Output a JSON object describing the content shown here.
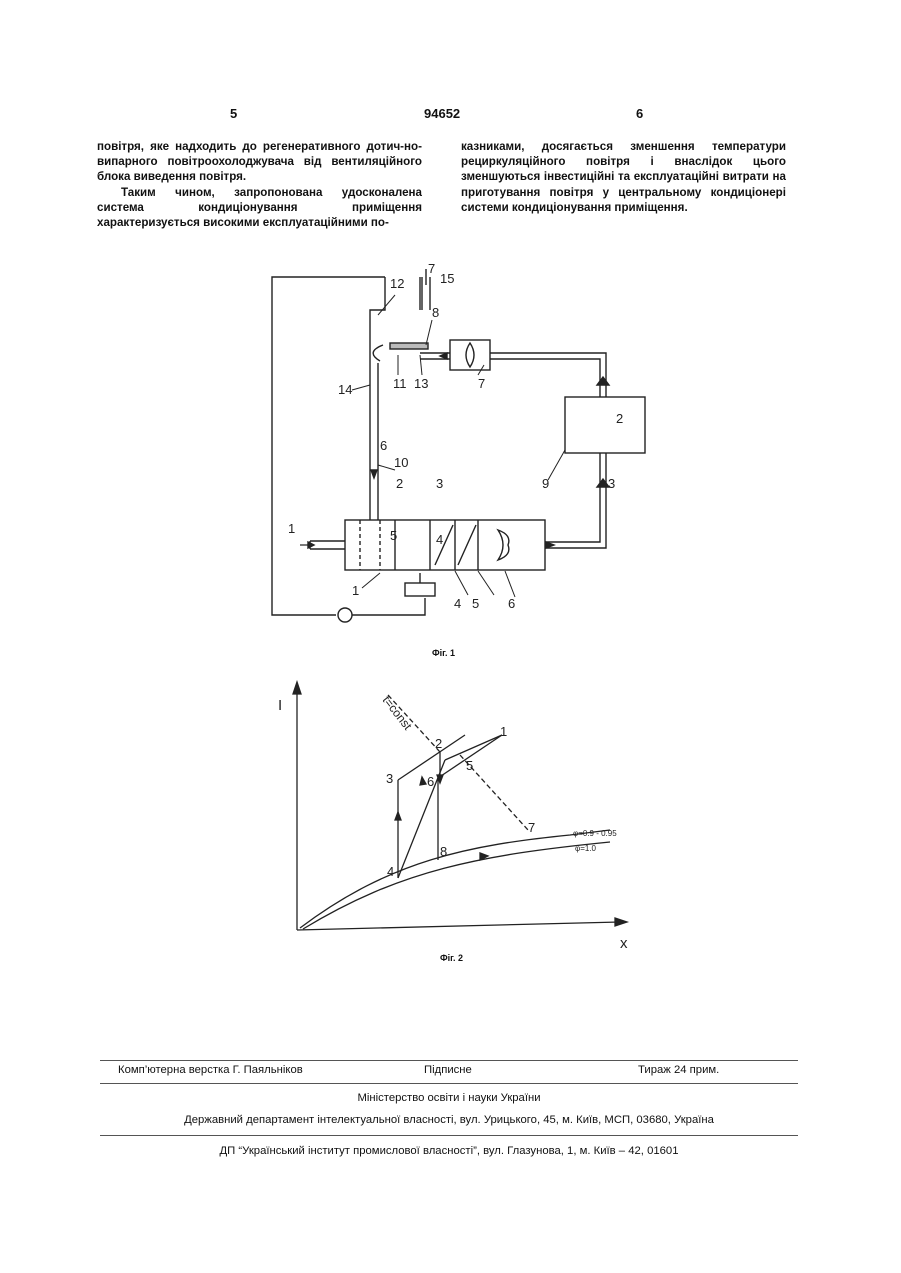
{
  "header": {
    "page_left": "5",
    "doc_number": "94652",
    "page_right": "6"
  },
  "text_left": {
    "p1": "повітря, яке надходить до регенеративного дотич-но-випарного повітроохолоджувача від вентиляційного блока виведення повітря.",
    "p2": "Таким чином, запропонована удосконалена система кондиціонування приміщення характеризується високими експлуатаційними по-"
  },
  "text_right": {
    "p1": "казниками, досягається зменшення температури рециркуляційного повітря і внаслідок цього зменшуються інвестиційні та експлуатаційні витрати на приготування повітря у центральному кондиціонері системи кондиціонування приміщення."
  },
  "fig1": {
    "caption": "Фіг. 1",
    "labels": [
      "12",
      "7",
      "15",
      "8",
      "14",
      "11",
      "13",
      "7",
      "2",
      "6",
      "10",
      "9",
      "3",
      "1",
      "2",
      "3",
      "5",
      "4",
      "1",
      "4",
      "5",
      "6"
    ]
  },
  "fig2": {
    "caption": "Фіг. 2",
    "axis_y": "I",
    "axis_x": "x",
    "tconst": "t=const",
    "curve_phi1": "φ=0.9 - 0.95",
    "curve_phi2": "φ=1.0",
    "points": [
      "1",
      "2",
      "3",
      "4",
      "5",
      "6",
      "7",
      "8"
    ]
  },
  "footer": {
    "layout": "Комп’ютерна верстка Г. Паяльніков",
    "signed": "Підписне",
    "circulation": "Тираж 24 прим.",
    "ministry": "Міністерство освіти і науки України",
    "department": "Державний департамент інтелектуальної власності, вул. Урицького, 45, м. Київ, МСП, 03680, Україна",
    "institute": "ДП “Український інститут промислової власності”, вул. Глазунова, 1, м. Київ – 42, 01601"
  }
}
